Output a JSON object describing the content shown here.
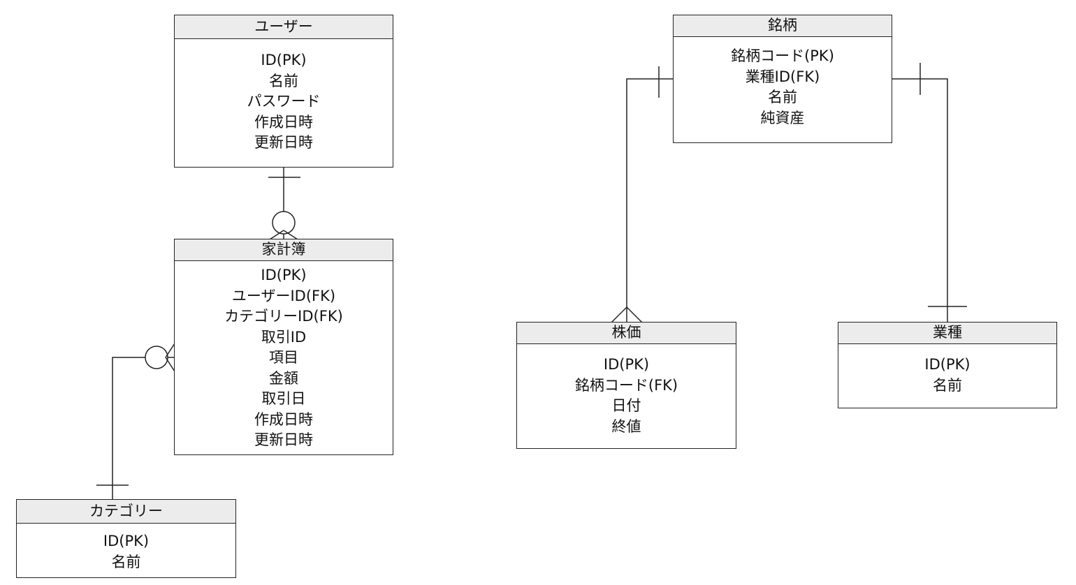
{
  "entities": {
    "user": {
      "title": "ユーザー",
      "attrs": [
        "ID(PK)",
        "名前",
        "パスワード",
        "作成日時",
        "更新日時"
      ]
    },
    "kakeibo": {
      "title": "家計簿",
      "attrs": [
        "ID(PK)",
        "ユーザーID(FK)",
        "カテゴリーID(FK)",
        "取引ID",
        "項目",
        "金額",
        "取引日",
        "作成日時",
        "更新日時"
      ]
    },
    "category": {
      "title": "カテゴリー",
      "attrs": [
        "ID(PK)",
        "名前"
      ]
    },
    "meigara": {
      "title": "銘柄",
      "attrs": [
        "銘柄コード(PK)",
        "業種ID(FK)",
        "名前",
        "純資産"
      ]
    },
    "kabuka": {
      "title": "株価",
      "attrs": [
        "ID(PK)",
        "銘柄コード(FK)",
        "日付",
        "終値"
      ]
    },
    "gyoshu": {
      "title": "業種",
      "attrs": [
        "ID(PK)",
        "名前"
      ]
    }
  },
  "relationships": [
    {
      "from": "user",
      "to": "kakeibo",
      "from_cardinality": "one",
      "to_cardinality": "zero-or-many"
    },
    {
      "from": "category",
      "to": "kakeibo",
      "from_cardinality": "one",
      "to_cardinality": "zero-or-many"
    },
    {
      "from": "meigara",
      "to": "kabuka",
      "from_cardinality": "one",
      "to_cardinality": "many"
    },
    {
      "from": "gyoshu",
      "to": "meigara",
      "from_cardinality": "one",
      "to_cardinality": "one"
    }
  ]
}
